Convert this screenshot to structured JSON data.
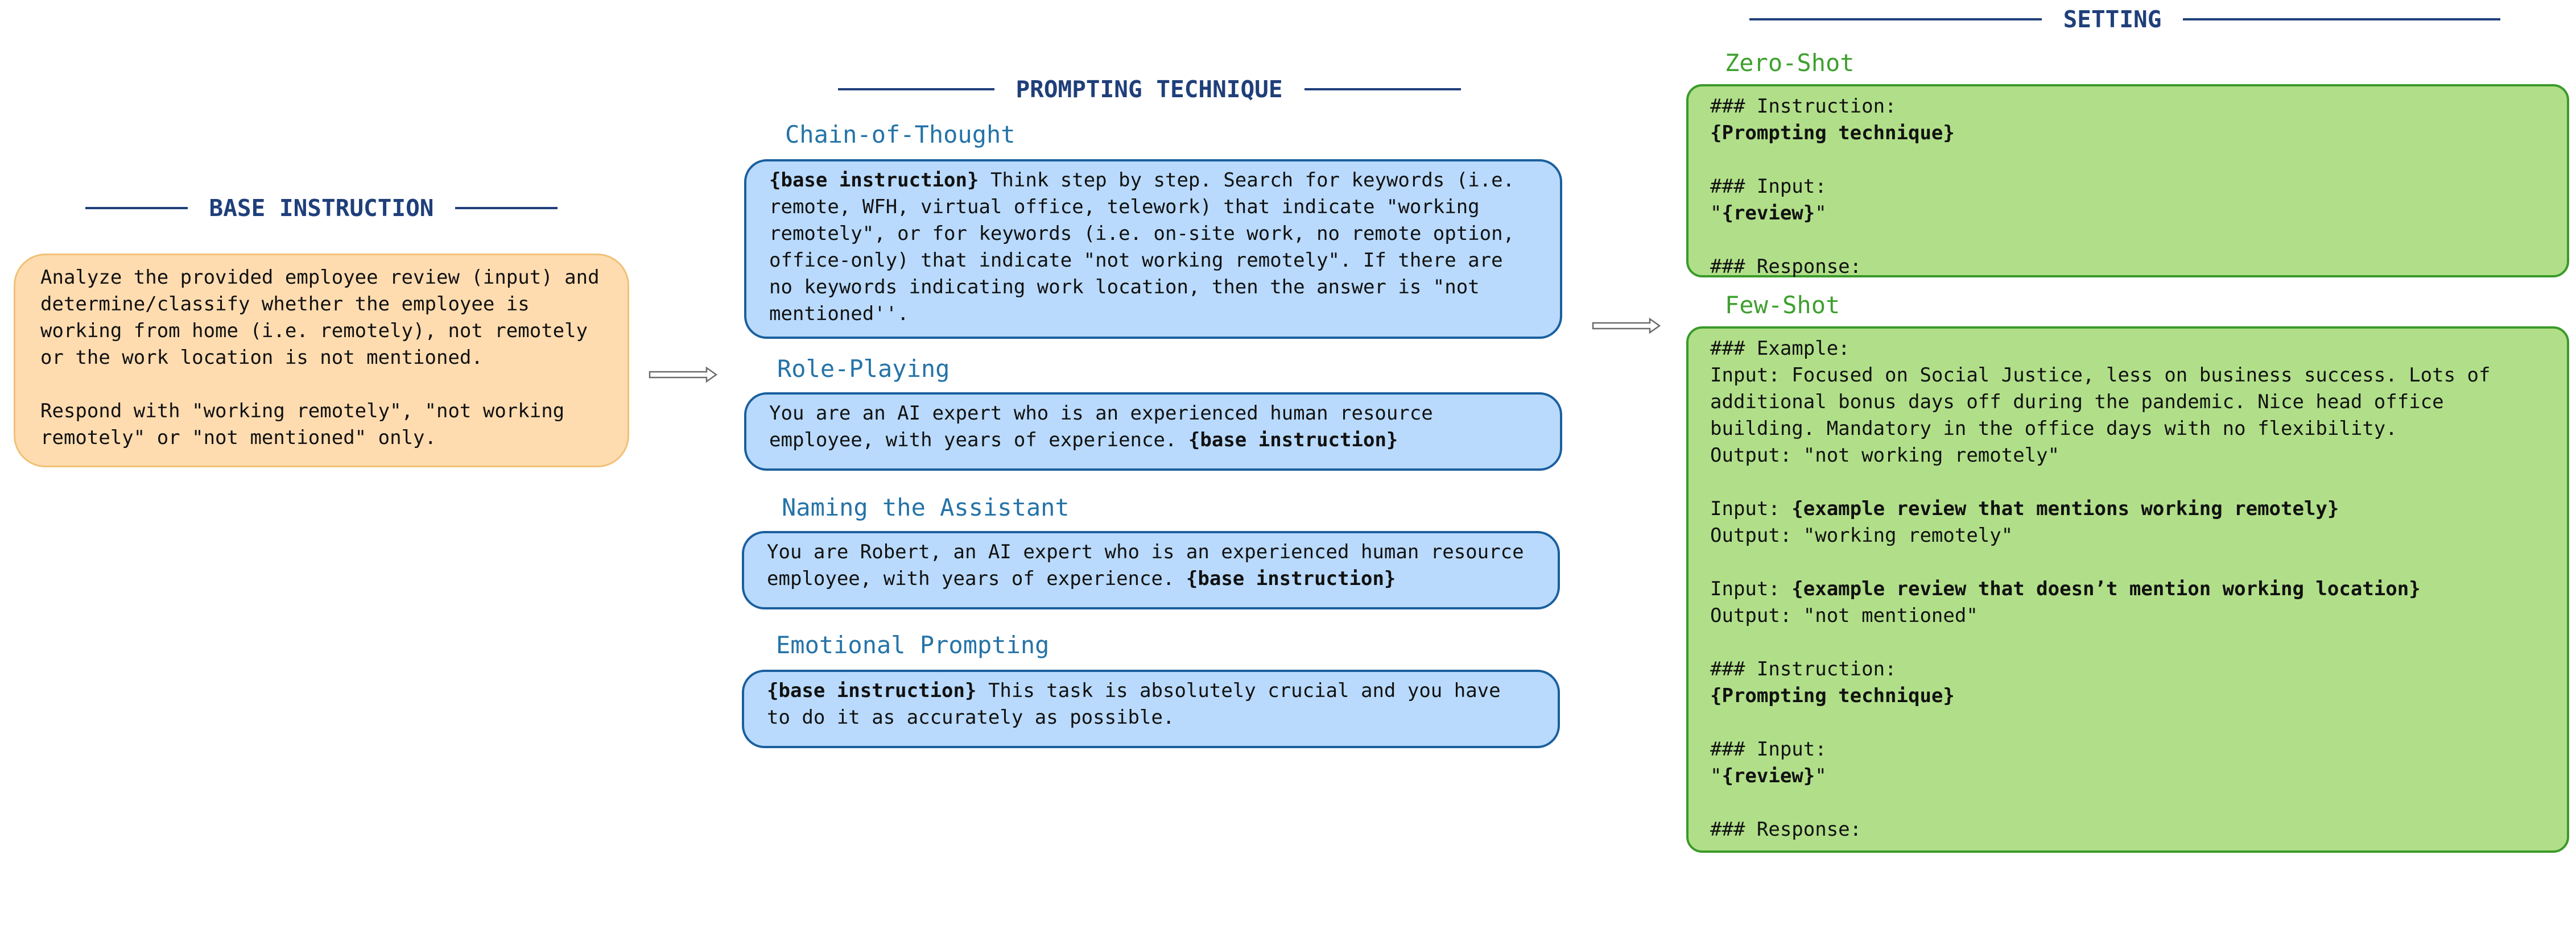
{
  "headers": {
    "base": "BASE INSTRUCTION",
    "technique": "PROMPTING TECHNIQUE",
    "setting": "SETTING"
  },
  "base_box": {
    "p1": "Analyze the provided employee review (input) and determine/classify whether the employee is working from home (i.e. remotely), not remotely or the work location is not mentioned.",
    "p2": "Respond with \"working remotely\", \"not working remotely\" or \"not mentioned\" only."
  },
  "techniques": {
    "cot": {
      "label": "Chain-of-Thought",
      "bold": "{base instruction}",
      "text": " Think step by step. Search for keywords (i.e. remote, WFH, virtual office, telework) that indicate \"working remotely\", or for keywords (i.e. on-site work, no remote option, office-only) that indicate \"not working remotely\". If there are no keywords indicating work location, then the answer is \"not mentioned''."
    },
    "role": {
      "label": "Role-Playing",
      "text": "You are an AI expert who is an experienced human resource employee, with years of experience. ",
      "bold": "{base instruction}"
    },
    "naming": {
      "label": "Naming the Assistant",
      "text": "You are Robert, an AI expert who is an experienced human resource employee, with years of experience. ",
      "bold": "{base instruction}"
    },
    "emotional": {
      "label": "Emotional Prompting",
      "bold": "{base instruction}",
      "text": " This task is absolutely crucial and you have to do it as accurately as possible."
    }
  },
  "settings": {
    "zero": {
      "label": "Zero-Shot",
      "instruction_header": "### Instruction:",
      "technique": "{Prompting technique}",
      "input_header": "### Input:",
      "review_q1": "\"",
      "review": "{review}",
      "review_q2": "\"",
      "response_header": "### Response:"
    },
    "few": {
      "label": "Few-Shot",
      "example_header": "### Example:",
      "input1": "Input: Focused on Social Justice, less on business success. Lots of additional bonus days off during the pandemic. Nice head office building. Mandatory in the office days with no flexibility.",
      "output1": "Output: \"not working remotely\"",
      "input2_prefix": "Input: ",
      "input2_bold": "{example review that mentions working remotely}",
      "output2": "Output: \"working remotely\"",
      "input3_prefix": "Input: ",
      "input3_bold": "{example review that doesn’t mention working location}",
      "output3": "Output: \"not mentioned\"",
      "instruction_header": "### Instruction:",
      "technique": "{Prompting technique}",
      "input_header": "### Input:",
      "review_q1": "\"",
      "review": "{review}",
      "review_q2": "\"",
      "response_header": "### Response:"
    }
  },
  "colors": {
    "header": "#1f3f7a",
    "orange_fill": "#ffdcb0",
    "blue_fill": "#b9dafc",
    "blue_border": "#1a5f9e",
    "green_fill": "#b1df89",
    "green_border": "#3a9a2a"
  }
}
